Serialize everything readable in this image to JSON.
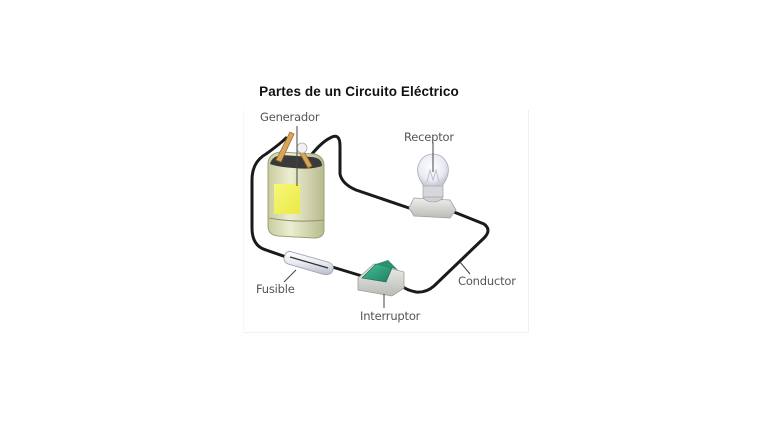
{
  "title": "Partes de un Circuito Eléctrico",
  "labels": {
    "generator": "Generador",
    "receiver": "Receptor",
    "fuse": "Fusible",
    "switch": "Interruptor",
    "conductor": "Conductor"
  },
  "colors": {
    "wire": "#1a1a1a",
    "battery_body": "#e4e6c4",
    "battery_label": "#f4f56a",
    "switch_rocker": "#2fa07f",
    "housing": "#d8dad6",
    "label_text": "#555555"
  }
}
